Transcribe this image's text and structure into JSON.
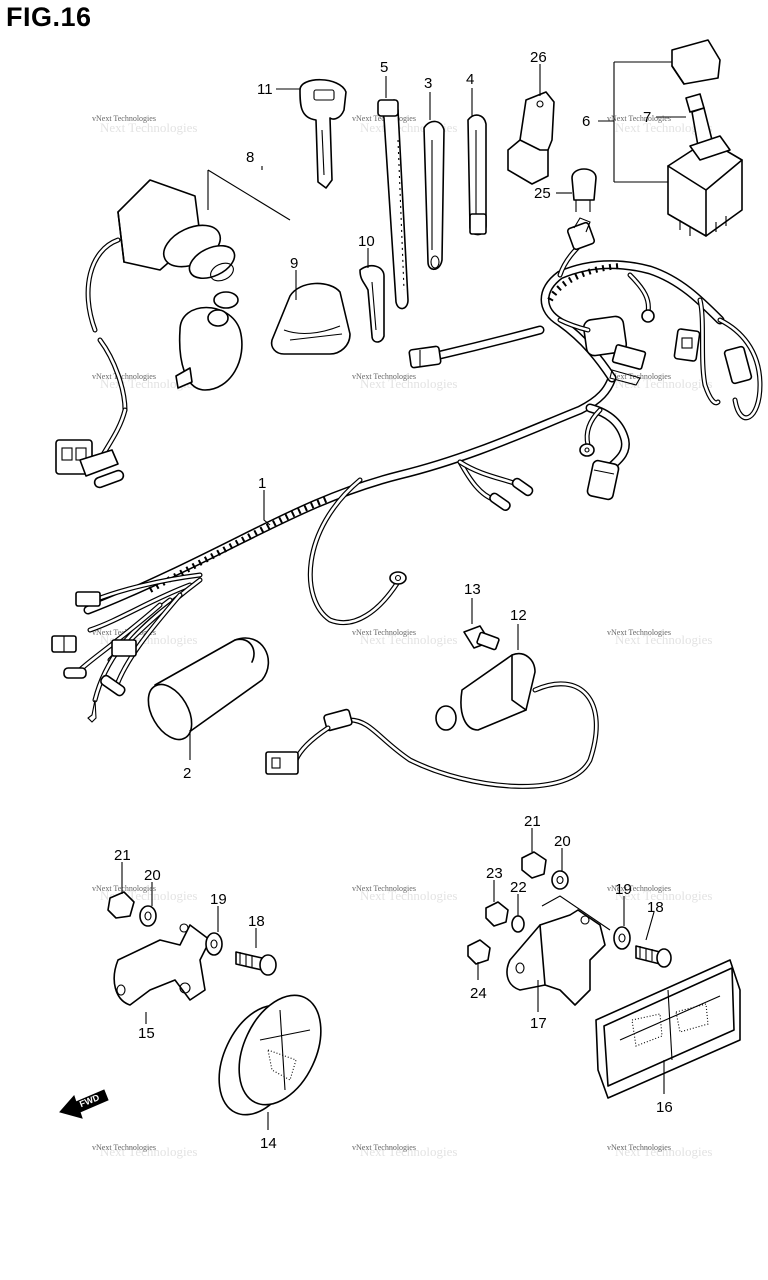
{
  "figure": {
    "title": "FIG.16"
  },
  "watermark": {
    "text": "vNext Technologies",
    "faint": "Next Technologies"
  },
  "direction_marker": {
    "label": "FWD",
    "icon": "forward-arrow-icon"
  },
  "callouts": [
    "1",
    "2",
    "3",
    "4",
    "5",
    "6",
    "7",
    "8",
    "9",
    "10",
    "11",
    "12",
    "13",
    "14",
    "15",
    "16",
    "17",
    "18",
    "18",
    "19",
    "19",
    "20",
    "20",
    "21",
    "21",
    "22",
    "23",
    "24",
    "25",
    "26"
  ]
}
